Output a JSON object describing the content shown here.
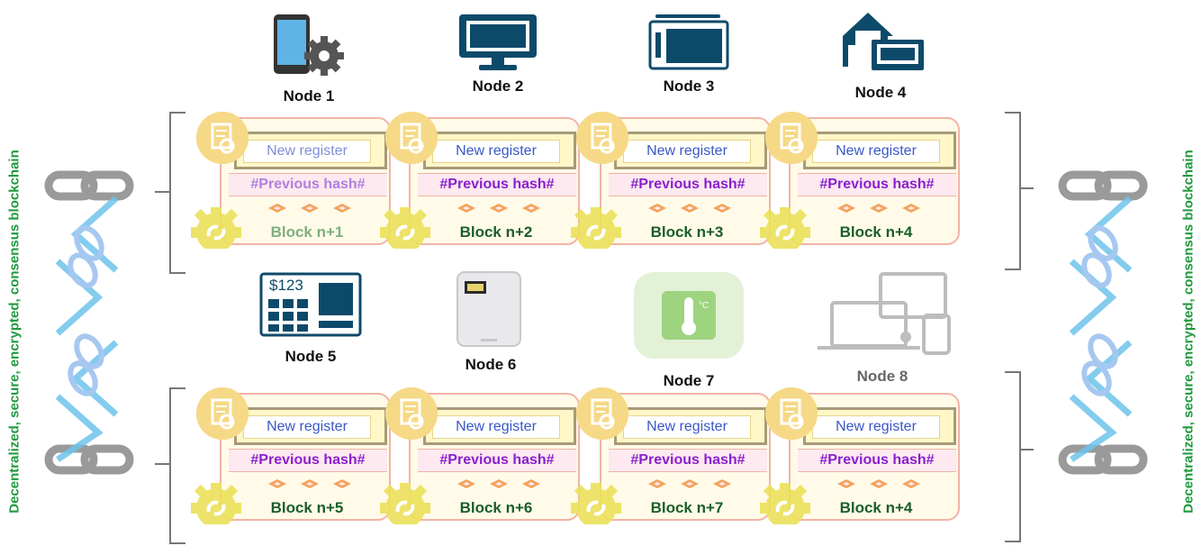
{
  "nodes": [
    {
      "label": "Node 1",
      "icon": "tablet-gear-icon"
    },
    {
      "label": "Node 2",
      "icon": "monitor-icon"
    },
    {
      "label": "Node 3",
      "icon": "tablet-pen-icon"
    },
    {
      "label": "Node 4",
      "icon": "home-computer-icon"
    },
    {
      "label": "Node 5",
      "icon": "pos-terminal-icon",
      "amount": "$123"
    },
    {
      "label": "Node 6",
      "icon": "smart-card-icon"
    },
    {
      "label": "Node 7",
      "icon": "thermometer-icon"
    },
    {
      "label": "Node 8",
      "icon": "devices-icon"
    }
  ],
  "block_fields": {
    "register": "New register",
    "previous_hash": "#Previous hash#"
  },
  "chain_top": [
    {
      "name": "Block n+1"
    },
    {
      "name": "Block n+2"
    },
    {
      "name": "Block n+3"
    },
    {
      "name": "Block n+4"
    }
  ],
  "chain_bottom": [
    {
      "name": "Block n+5"
    },
    {
      "name": "Block n+6"
    },
    {
      "name": "Block n+7"
    },
    {
      "name": "Block n+4"
    }
  ],
  "side_caption": "Decentralized, secure, encrypted, consensus blockchain",
  "colors": {
    "caption": "#1f9a3d",
    "hash": "#8a1fd0",
    "register": "#3a57c8",
    "block_name": "#1b5e2a",
    "icon": "#0d4a6a"
  }
}
